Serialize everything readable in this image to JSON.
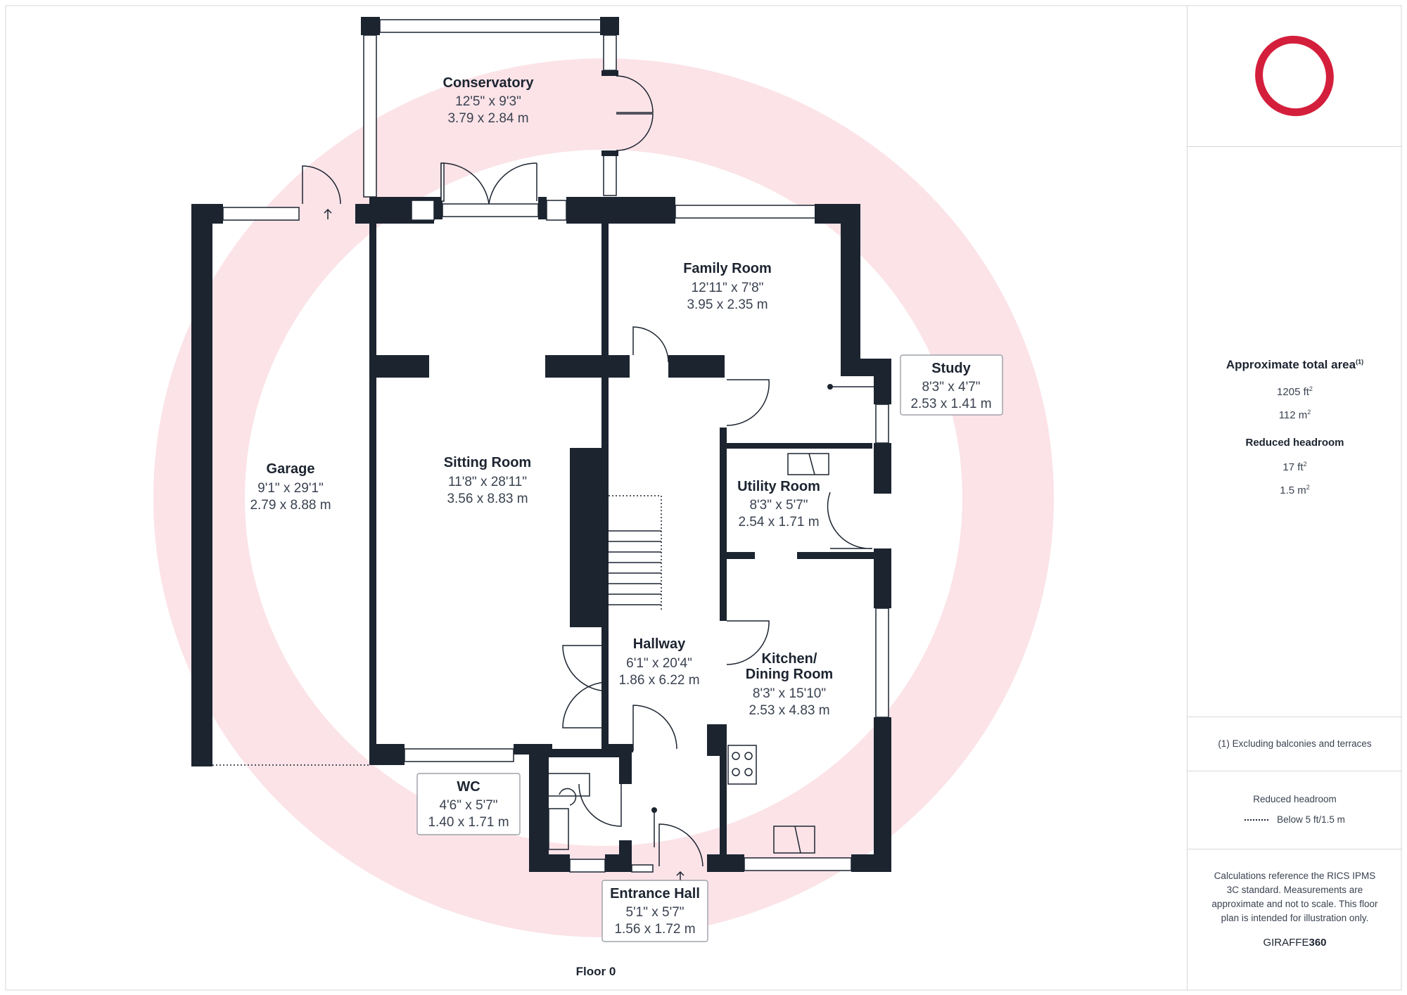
{
  "floor_label": "Floor 0",
  "colors": {
    "wall": "#1c2430",
    "watermark_ring": "#fbe3e8",
    "logo": "#d41f3c"
  },
  "rooms": [
    {
      "name": "Conservatory",
      "dim_imperial": "12'5\" x 9'3\"",
      "dim_metric": "3.79 x 2.84 m"
    },
    {
      "name": "Family Room",
      "dim_imperial": "12'11\" x 7'8\"",
      "dim_metric": "3.95 x 2.35 m"
    },
    {
      "name": "Study",
      "dim_imperial": "8'3\" x 4'7\"",
      "dim_metric": "2.53 x 1.41 m"
    },
    {
      "name": "Garage",
      "dim_imperial": "9'1\" x 29'1\"",
      "dim_metric": "2.79 x 8.88 m"
    },
    {
      "name": "Sitting Room",
      "dim_imperial": "11'8\" x 28'11\"",
      "dim_metric": "3.56 x 8.83 m"
    },
    {
      "name": "Utility Room",
      "dim_imperial": "8'3\" x 5'7\"",
      "dim_metric": "2.54 x 1.71 m"
    },
    {
      "name": "Hallway",
      "dim_imperial": "6'1\" x 20'4\"",
      "dim_metric": "1.86 x 6.22 m"
    },
    {
      "name": "Kitchen/",
      "name2": "Dining Room",
      "dim_imperial": "8'3\" x 15'10\"",
      "dim_metric": "2.53 x 4.83 m"
    },
    {
      "name": "WC",
      "dim_imperial": "4'6\" x 5'7\"",
      "dim_metric": "1.40 x 1.71 m"
    },
    {
      "name": "Entrance Hall",
      "dim_imperial": "5'1\" x 5'7\"",
      "dim_metric": "1.56 x 1.72 m"
    }
  ],
  "sidebar": {
    "area_title": "Approximate total area",
    "area_footnote_mark": "(1)",
    "area_ft": "1205 ft",
    "area_m": "112 m",
    "reduced_title": "Reduced headroom",
    "reduced_ft": "17 ft",
    "reduced_m": "1.5 m",
    "exclusion_note": "(1) Excluding balconies and terraces",
    "legend_title": "Reduced headroom",
    "legend_item": "Below 5 ft/1.5 m",
    "calc_note": "Calculations reference the RICS IPMS 3C standard. Measurements are approximate and not to scale. This floor plan is intended for illustration only.",
    "brand_light": "GIRAFFE",
    "brand_bold": "360"
  }
}
